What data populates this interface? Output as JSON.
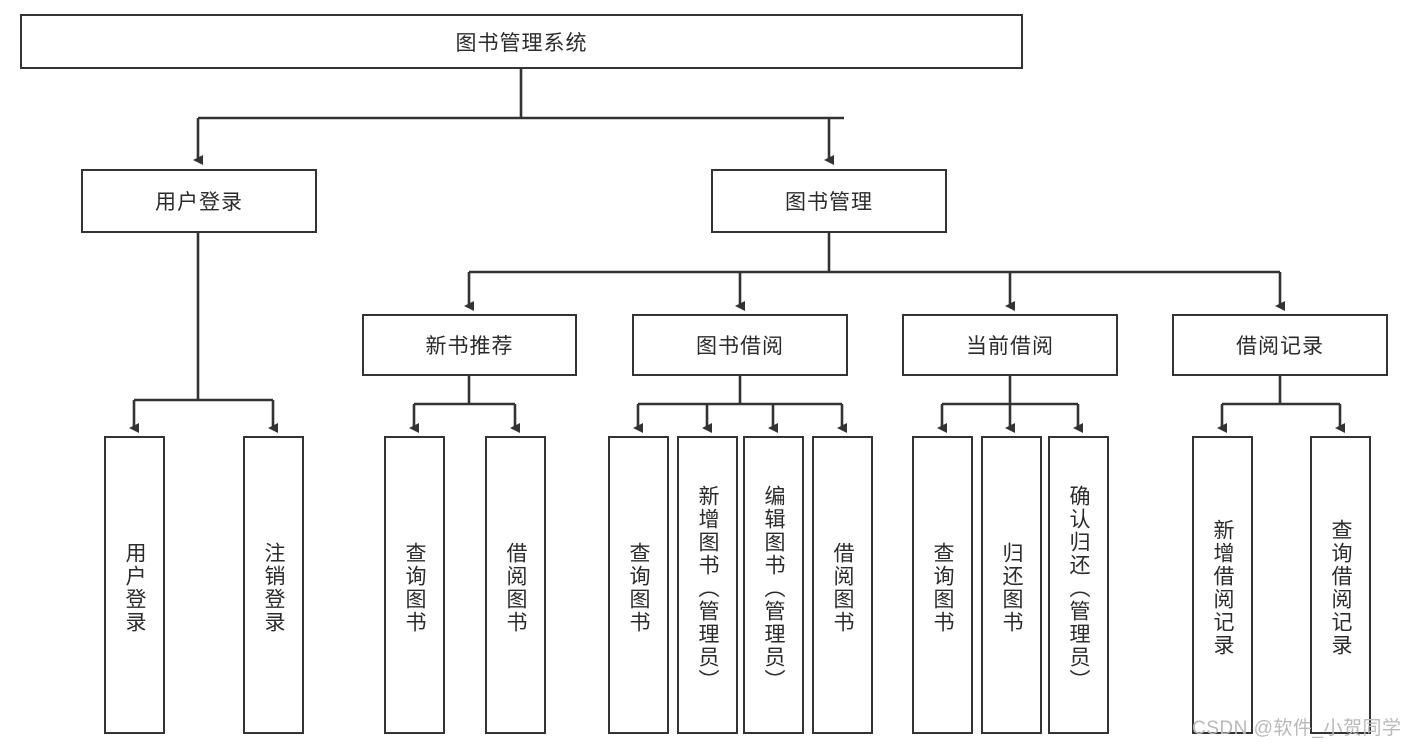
{
  "diagram": {
    "title": "图书管理系统",
    "type": "tree",
    "orientation": "top-down",
    "colors": {
      "stroke": "#333333",
      "fill": "#ffffff",
      "text": "#2b2b2b",
      "watermark": "#b9b9b9"
    },
    "root": {
      "label": "图书管理系统"
    },
    "level2": [
      {
        "label": "用户登录"
      },
      {
        "label": "图书管理"
      }
    ],
    "level3": [
      {
        "label": "新书推荐"
      },
      {
        "label": "图书借阅"
      },
      {
        "label": "当前借阅"
      },
      {
        "label": "借阅记录"
      }
    ],
    "leaves": {
      "user_login": [
        {
          "label": "用户登录"
        },
        {
          "label": "注销登录"
        }
      ],
      "new_book_recommend": [
        {
          "label": "查询图书"
        },
        {
          "label": "借阅图书"
        }
      ],
      "book_borrow": [
        {
          "label": "查询图书"
        },
        {
          "label": "新增图书（管理员）"
        },
        {
          "label": "编辑图书（管理员）"
        },
        {
          "label": "借阅图书"
        }
      ],
      "current_borrow": [
        {
          "label": "查询图书"
        },
        {
          "label": "归还图书"
        },
        {
          "label": "确认归还（管理员）"
        }
      ],
      "borrow_records": [
        {
          "label": "新增借阅记录"
        },
        {
          "label": "查询借阅记录"
        }
      ]
    },
    "watermark": "CSDN @软件_小贺同学"
  }
}
